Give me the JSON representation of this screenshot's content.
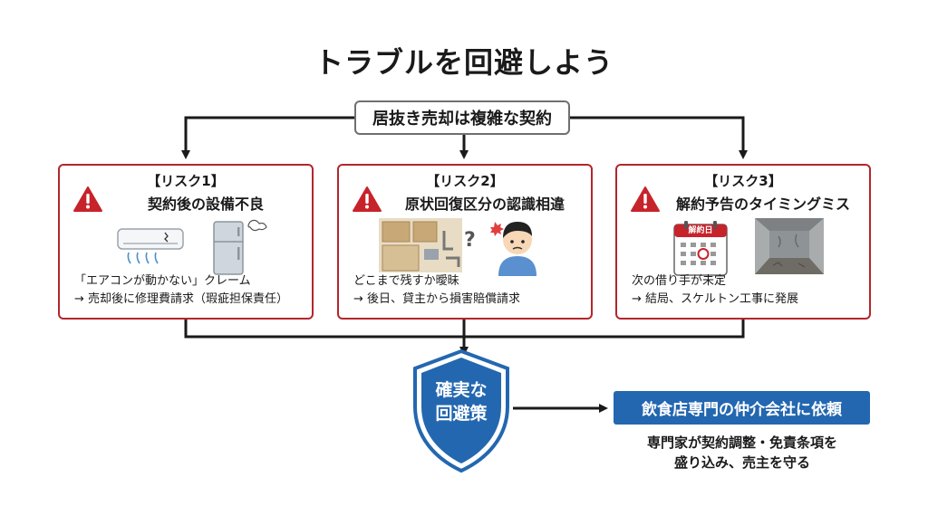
{
  "title": "トラブルを回避しよう",
  "root": "居抜き売却は複雑な契約",
  "risks": [
    {
      "label": "【リスク1】",
      "title": "契約後の設備不良",
      "line1": "「エアコンが動かない」クレーム",
      "line2": "→ 売却後に修理費請求（瑕疵担保責任）",
      "illustrations": [
        "air-conditioner-icon",
        "refrigerator-icon"
      ]
    },
    {
      "label": "【リスク2】",
      "title": "原状回復区分の認識相違",
      "line1": "どこまで残すか曖昧",
      "line2": "→ 後日、貸主から損害賠償請求",
      "illustrations": [
        "kitchen-icon",
        "confused-person-icon"
      ]
    },
    {
      "label": "【リスク3】",
      "title": "解約予告のタイミングミス",
      "line1": "次の借り手が未定",
      "line2": "→ 結局、スケルトン工事に発展",
      "calendar_label": "解約日",
      "illustrations": [
        "calendar-icon",
        "empty-room-icon"
      ]
    }
  ],
  "shield": {
    "line1": "確実な",
    "line2": "回避策"
  },
  "solution": {
    "title": "飲食店専門の仲介会社に依頼",
    "line1": "専門家が契約調整・免責条項を",
    "line2": "盛り込み、売主を守る"
  },
  "colors": {
    "risk_border": "#b3262b",
    "warning": "#c7232b",
    "shield": "#2367b0",
    "solution": "#2367b0",
    "connector": "#1a1a1a"
  }
}
